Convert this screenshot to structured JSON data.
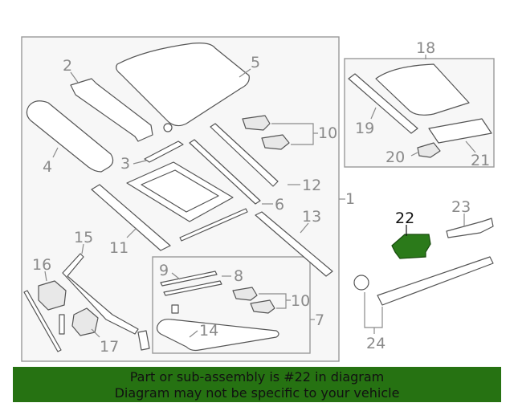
{
  "diagram": {
    "callouts": {
      "c1": "1",
      "c2": "2",
      "c4": "4",
      "c5": "5",
      "c3": "3",
      "c10a": "10",
      "c12": "12",
      "c6": "6",
      "c13": "13",
      "c11": "11",
      "c15": "15",
      "c9": "9",
      "c8": "8",
      "c10b": "10",
      "c7": "7",
      "c14": "14",
      "c16": "16",
      "c17": "17",
      "c18": "18",
      "c19": "19",
      "c20": "20",
      "c21": "21",
      "c22": "22",
      "c23": "23",
      "c24": "24"
    },
    "highlighted_part": "22",
    "highlight_color": "#2b7a1a",
    "banner_color": "#267212"
  },
  "banner": {
    "line1": "Part or sub-assembly is #22 in diagram",
    "line2": "Diagram may not be specific to your vehicle"
  }
}
